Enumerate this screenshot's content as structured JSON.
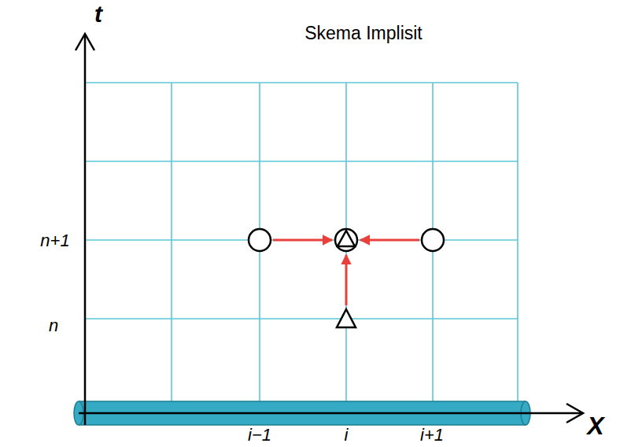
{
  "diagram": {
    "title": "Skema Implisit",
    "labels": [
      "t",
      "X",
      "n+1",
      "n",
      "i−1",
      "i",
      "i+1"
    ]
  }
}
